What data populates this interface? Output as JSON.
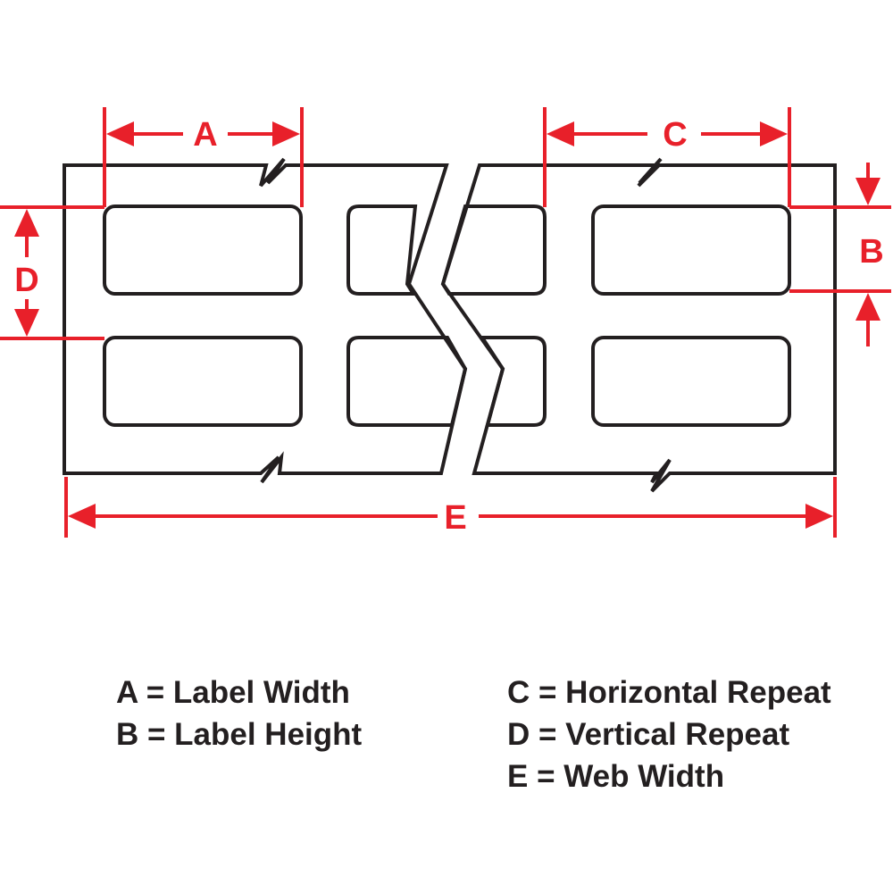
{
  "colors": {
    "dimension": "#e8202a",
    "outline": "#231f20",
    "background": "#ffffff"
  },
  "dimensions": {
    "a": "A",
    "b": "B",
    "c": "C",
    "d": "D",
    "e": "E"
  },
  "legend": {
    "left": [
      "A = Label Width",
      "B = Label Height"
    ],
    "right": [
      "C = Horizontal Repeat",
      "D = Vertical Repeat",
      "E = Web Width"
    ]
  }
}
